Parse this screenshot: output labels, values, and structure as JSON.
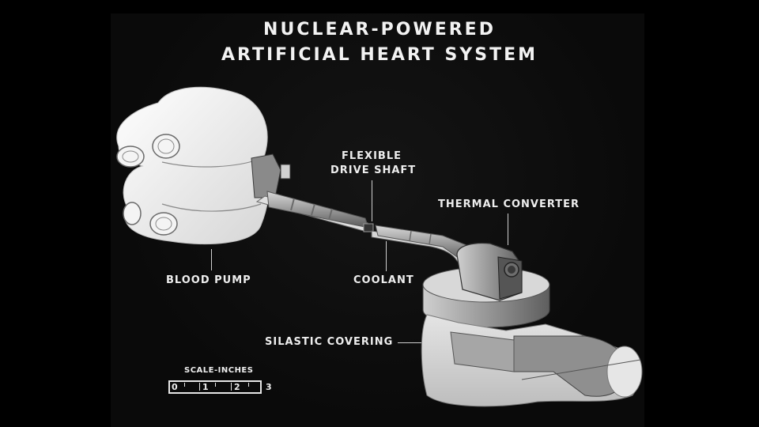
{
  "title": {
    "line1": "NUCLEAR-POWERED",
    "line2": "ARTIFICIAL HEART SYSTEM"
  },
  "labels": {
    "flexible_drive_shaft_line1": "FLEXIBLE",
    "flexible_drive_shaft_line2": "DRIVE SHAFT",
    "thermal_converter": "THERMAL CONVERTER",
    "blood_pump": "BLOOD PUMP",
    "coolant": "COOLANT",
    "silastic_covering": "SILASTIC COVERING"
  },
  "scale": {
    "title": "SCALE-INCHES",
    "ticks": [
      "0",
      "1",
      "2",
      "3"
    ]
  },
  "colors": {
    "background": "#000000",
    "text": "#eeeeee",
    "component_light": "#e8e8e8",
    "component_mid": "#9a9a9a",
    "component_dark": "#4a4a4a"
  }
}
